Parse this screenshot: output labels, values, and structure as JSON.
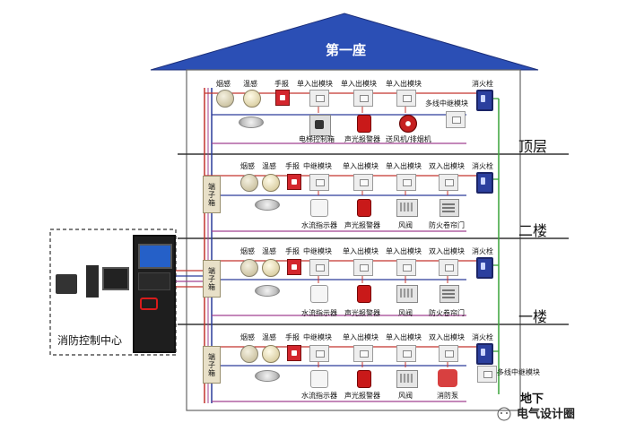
{
  "building_title": "第一座",
  "floors": {
    "top": "顶层",
    "second": "二楼",
    "first": "一楼",
    "basement": "地下"
  },
  "control_center_label": "消防控制中心",
  "terminal_box_label": "端子箱",
  "device_labels": {
    "smoke": "烟感",
    "heat": "温感",
    "manual": "手报",
    "in_out_module": "单入出模块",
    "relay_module": "中继模块",
    "dual_in_out_module": "双入出模块",
    "hydrant": "消火栓",
    "multi_relay": "多线中继模块",
    "elevator_ctrl": "电梯控制箱",
    "audible_alarm": "声光报警器",
    "fan_exhaust": "送风机/排烟机",
    "flow_indicator": "水流指示器",
    "damper": "风阀",
    "fire_shutter": "防火卷帘门",
    "fire_pump": "消防泵"
  },
  "watermark": "电气设计圈",
  "colors": {
    "roof": "#2b4fb5",
    "bus_red": "#c4342e",
    "bus_blue": "#2c3c9a",
    "bus_green": "#3aa33a",
    "bus_purple": "#a04090"
  }
}
